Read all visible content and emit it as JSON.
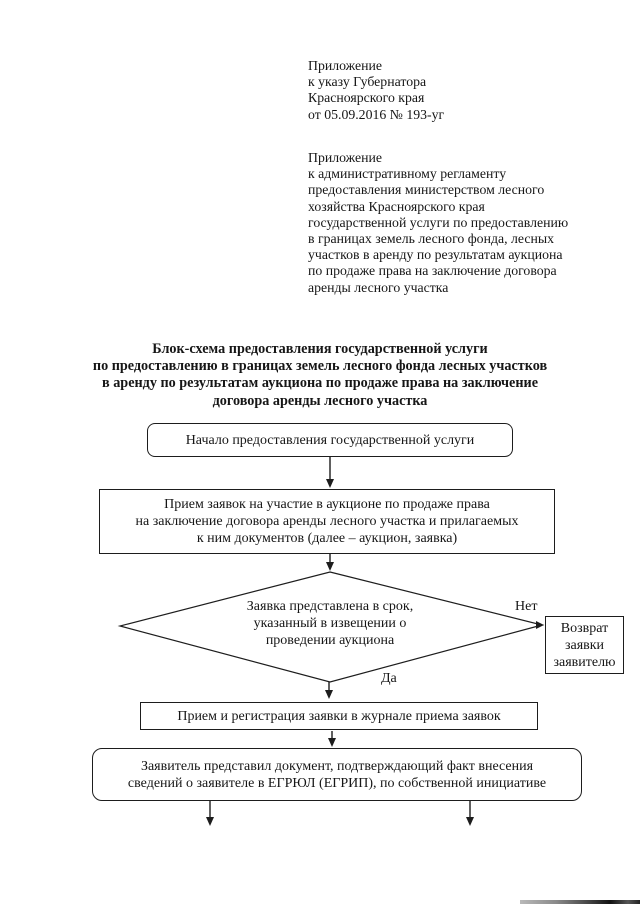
{
  "colors": {
    "ink": "#1a1a1a",
    "paper": "#ffffff"
  },
  "header": {
    "decree_ref": {
      "lines": [
        "Приложение",
        "к указу Губернатора",
        "Красноярского края",
        "от 05.09.2016 № 193-уг"
      ]
    },
    "regulation_ref": {
      "lines": [
        "Приложение",
        "к административному регламенту",
        "предоставления министерством лесного",
        "хозяйства Красноярского края",
        "государственной услуги по предоставлению",
        "в границах земель лесного фонда, лесных",
        "участков в аренду по результатам аукциона",
        "по продаже права на заключение договора",
        "аренды лесного участка"
      ]
    }
  },
  "title": {
    "lines": [
      "Блок-схема предоставления государственной услуги",
      "по предоставлению в границах земель лесного фонда лесных участков",
      "в аренду по результатам аукциона по продаже права на заключение",
      "договора аренды лесного участка"
    ]
  },
  "flowchart": {
    "start": {
      "label": "Начало предоставления государственной услуги"
    },
    "accept": {
      "lines": [
        "Прием заявок на участие в аукционе по продаже права",
        "на заключение договора аренды лесного участка и прилагаемых",
        "к ним документов (далее – аукцион, заявка)"
      ]
    },
    "decision": {
      "lines": [
        "Заявка представлена в срок,",
        "указанный в извещении о",
        "проведении аукциона"
      ],
      "no_label": "Нет",
      "yes_label": "Да"
    },
    "return_box": {
      "lines": [
        "Возврат",
        "заявки",
        "заявителю"
      ]
    },
    "register": {
      "label": "Прием и регистрация заявки в журнале приема заявок"
    },
    "egrul": {
      "lines": [
        "Заявитель представил документ, подтверждающий факт внесения",
        "сведений о заявителе в ЕГРЮЛ (ЕГРИП), по собственной инициативе"
      ]
    }
  }
}
